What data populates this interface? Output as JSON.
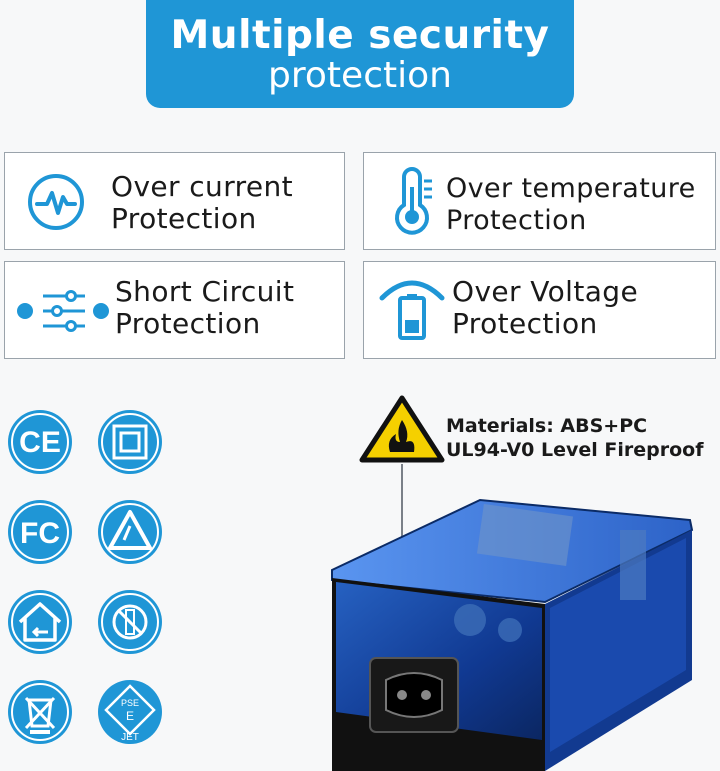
{
  "banner": {
    "title_bold": "Multiple security",
    "title_light": "protection"
  },
  "features": [
    {
      "line1": "Over current",
      "line2": "Protection",
      "icon": "pulse-circle-icon"
    },
    {
      "line1": "Over temperature",
      "line2": "Protection",
      "icon": "thermometer-icon"
    },
    {
      "line1": "Short Circuit",
      "line2": "Protection",
      "icon": "circuit-sliders-icon"
    },
    {
      "line1": "Over Voltage",
      "line2": "Protection",
      "icon": "battery-signal-icon"
    }
  ],
  "certifications": [
    {
      "icon": "ce-mark-icon",
      "text": "CE"
    },
    {
      "icon": "double-insulation-icon",
      "text": ""
    },
    {
      "icon": "fcc-mark-icon",
      "text": "FC"
    },
    {
      "icon": "triangle-cert-icon",
      "text": ""
    },
    {
      "icon": "indoor-use-icon",
      "text": ""
    },
    {
      "icon": "pse-diamond-icon",
      "text": ""
    },
    {
      "icon": "weee-bin-icon",
      "text": ""
    },
    {
      "icon": "pse-jet-icon",
      "text": "PSE",
      "text2": "E",
      "text3": "JET"
    }
  ],
  "materials": {
    "line1": "Materials: ABS+PC",
    "line2": "UL94-V0 Level Fireproof"
  },
  "colors": {
    "brand_blue": "#1f96d6",
    "warning_yellow": "#f5d000"
  }
}
